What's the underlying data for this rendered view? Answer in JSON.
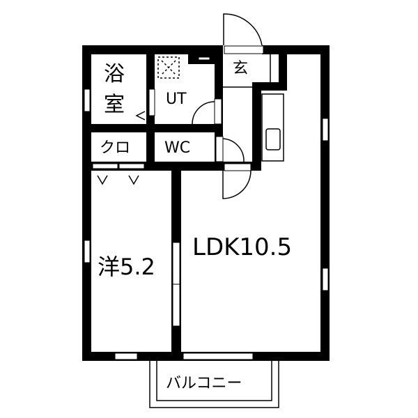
{
  "floorplan": {
    "rooms": {
      "bath": {
        "line1": "浴",
        "line2": "室"
      },
      "utility": "UT",
      "entrance": "玄",
      "closet": "クロ",
      "toilet": "WC",
      "western_room": "洋5.2",
      "ldk": "LDK10.5",
      "balcony": "バルコニー"
    },
    "colors": {
      "wall": "#000000",
      "background": "#ffffff"
    }
  }
}
